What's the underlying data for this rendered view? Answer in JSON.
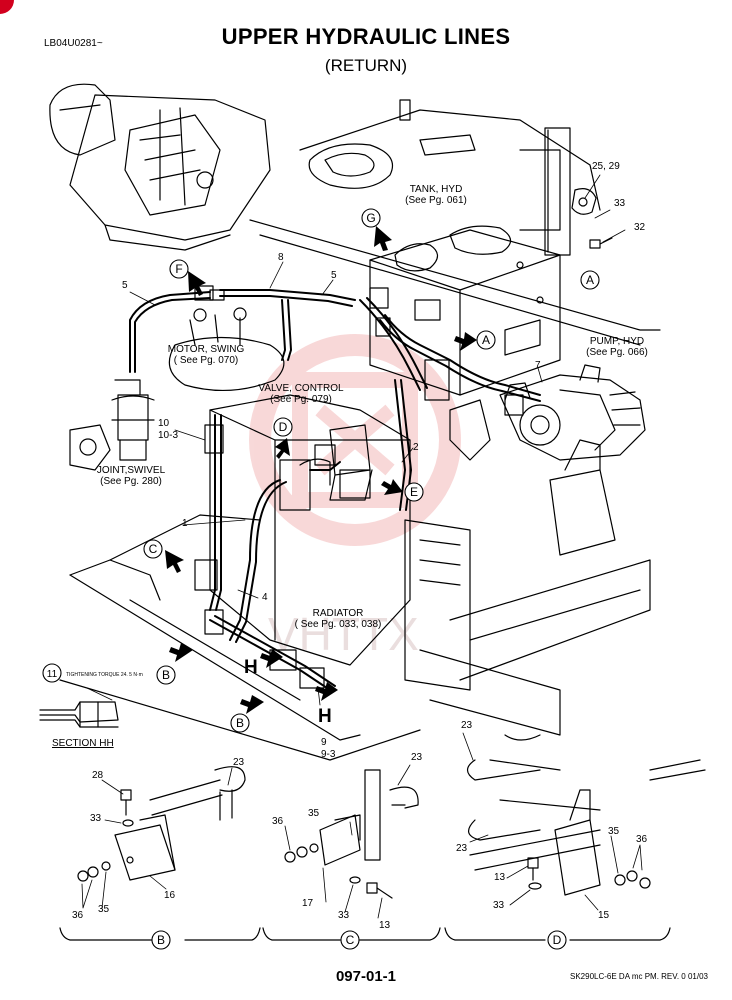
{
  "header": {
    "code": "LB04U0281~",
    "title": "UPPER HYDRAULIC LINES",
    "subtitle": "(RETURN)"
  },
  "footer": {
    "page": "097-01-1",
    "model": "SK290LC-6E DA mc PM. REV. 0 01/03"
  },
  "components": {
    "tank": [
      "TANK, HYD",
      "(See Pg. 061)"
    ],
    "pump": [
      "PUMP, HYD",
      "(See Pg. 066)"
    ],
    "motor": [
      "MOTOR, SWING",
      "( See Pg. 070)"
    ],
    "valve": [
      "VALVE, CONTROL",
      "(See Pg. 079)"
    ],
    "joint": [
      "JOINT,SWIVEL",
      "(See Pg. 280)"
    ],
    "radiator": [
      "RADIATOR",
      "( See Pg. 033, 038)"
    ]
  },
  "callouts": {
    "A": "A",
    "B": "B",
    "C": "C",
    "D": "D",
    "E": "E",
    "F": "F",
    "G": "G",
    "H": "H"
  },
  "parts": {
    "p1": "1",
    "p2": "2",
    "p4": "4",
    "p5": "5",
    "p7": "7",
    "p8": "8",
    "p9": "9",
    "p9_3": "9-3",
    "p10": "10",
    "p10_3": "10-3",
    "p11": "11",
    "p13": "13",
    "p15": "15",
    "p16": "16",
    "p17": "17",
    "p23": "23",
    "p25_29": "25, 29",
    "p28": "28",
    "p32": "32",
    "p33": "33",
    "p35": "35",
    "p36": "36"
  },
  "section_hh": "SECTION HH",
  "torque_note": "TIGHTENING TORQUE 24. 5 N·m",
  "watermark": "VHTTX",
  "colors": {
    "watermark": "#f3b9b9",
    "corner": "#d2001e",
    "ink": "#000000"
  }
}
